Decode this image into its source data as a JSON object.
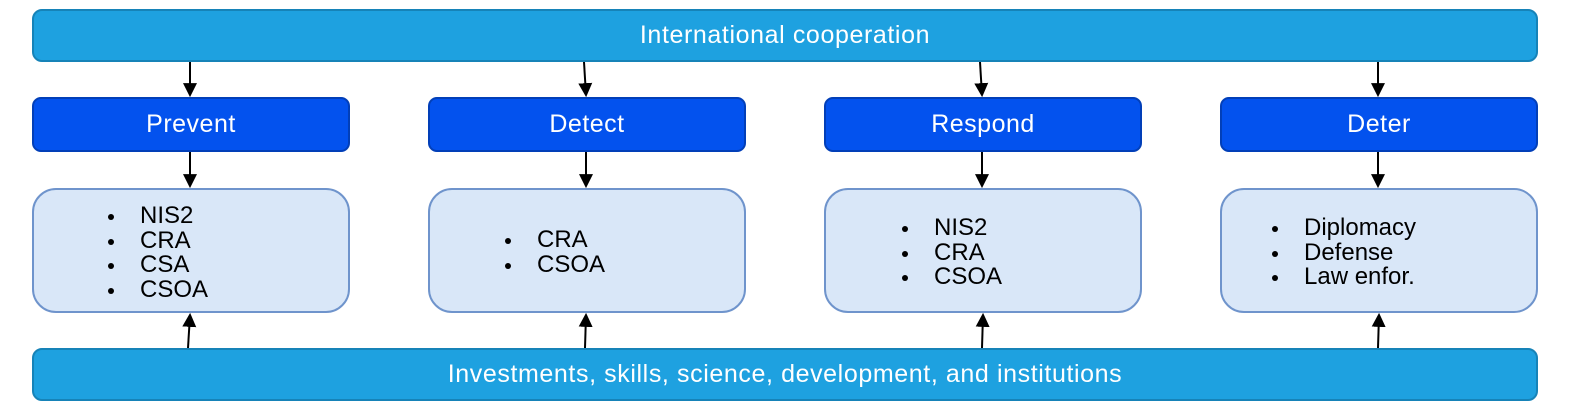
{
  "top_bar": {
    "label": "International cooperation"
  },
  "bottom_bar": {
    "label": "Investments, skills, science, development, and institutions"
  },
  "columns": [
    {
      "phase": "Prevent",
      "items": [
        "NIS2",
        "CRA",
        "CSA",
        "CSOA"
      ]
    },
    {
      "phase": "Detect",
      "items": [
        "CRA",
        "CSOA"
      ]
    },
    {
      "phase": "Respond",
      "items": [
        "NIS2",
        "CRA",
        "CSOA"
      ]
    },
    {
      "phase": "Deter",
      "items": [
        "Diplomacy",
        "Defense",
        "Law enfor."
      ]
    }
  ],
  "colors": {
    "bar_fill": "#1ea1e0",
    "phase_fill": "#0352ee",
    "card_fill": "#d9e7f8",
    "card_border": "#6f94cc",
    "arrow": "#000000"
  }
}
